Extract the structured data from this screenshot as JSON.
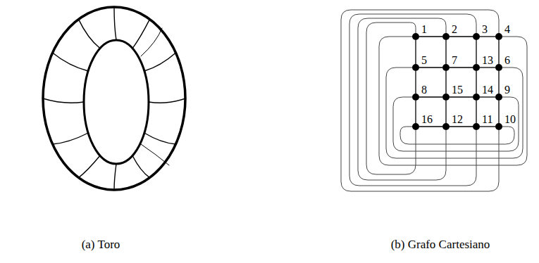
{
  "diagram": {
    "nodes": [
      {
        "text": [
          "1"
        ]
      },
      {
        "text": [
          "2"
        ]
      },
      {
        "text": [
          "3"
        ]
      },
      {
        "text": [
          "4"
        ]
      },
      {
        "text": [
          "5"
        ]
      },
      {
        "text": [
          "7"
        ]
      },
      {
        "text": [
          "13"
        ]
      },
      {
        "text": [
          "6"
        ]
      },
      {
        "text": [
          "8"
        ]
      },
      {
        "text": [
          "15"
        ]
      },
      {
        "text": [
          "14"
        ]
      },
      {
        "text": [
          "9"
        ]
      },
      {
        "text": [
          "16"
        ]
      },
      {
        "text": [
          "12"
        ]
      },
      {
        "text": [
          "11"
        ]
      },
      {
        "text": [
          "10"
        ]
      }
    ],
    "edges": [
      {
        "from": 0,
        "to": 1,
        "arrow": "none"
      },
      {
        "from": 1,
        "to": 2,
        "arrow": "none"
      },
      {
        "from": 2,
        "to": 3,
        "arrow": "none"
      },
      {
        "from": 4,
        "to": 5,
        "arrow": "none"
      },
      {
        "from": 5,
        "to": 6,
        "arrow": "none"
      },
      {
        "from": 6,
        "to": 7,
        "arrow": "none"
      },
      {
        "from": 8,
        "to": 9,
        "arrow": "none"
      },
      {
        "from": 9,
        "to": 10,
        "arrow": "none"
      },
      {
        "from": 10,
        "to": 11,
        "arrow": "none"
      },
      {
        "from": 12,
        "to": 13,
        "arrow": "none"
      },
      {
        "from": 13,
        "to": 14,
        "arrow": "none"
      },
      {
        "from": 14,
        "to": 15,
        "arrow": "none"
      },
      {
        "from": 0,
        "to": 4,
        "arrow": "none"
      },
      {
        "from": 4,
        "to": 8,
        "arrow": "none"
      },
      {
        "from": 8,
        "to": 12,
        "arrow": "none"
      },
      {
        "from": 1,
        "to": 5,
        "arrow": "none"
      },
      {
        "from": 5,
        "to": 9,
        "arrow": "none"
      },
      {
        "from": 9,
        "to": 13,
        "arrow": "none"
      },
      {
        "from": 2,
        "to": 6,
        "arrow": "none"
      },
      {
        "from": 6,
        "to": 10,
        "arrow": "none"
      },
      {
        "from": 10,
        "to": 14,
        "arrow": "none"
      },
      {
        "from": 3,
        "to": 7,
        "arrow": "none"
      },
      {
        "from": 7,
        "to": 11,
        "arrow": "none"
      },
      {
        "from": 11,
        "to": 15,
        "arrow": "none"
      },
      {
        "from": 0,
        "to": 3,
        "arrow": "none"
      },
      {
        "from": 4,
        "to": 7,
        "arrow": "none"
      },
      {
        "from": 8,
        "to": 11,
        "arrow": "none"
      },
      {
        "from": 12,
        "to": 15,
        "arrow": "none"
      },
      {
        "from": 0,
        "to": 12,
        "arrow": "none"
      },
      {
        "from": 1,
        "to": 13,
        "arrow": "none"
      },
      {
        "from": 2,
        "to": 14,
        "arrow": "none"
      },
      {
        "from": 3,
        "to": 15,
        "arrow": "none"
      }
    ],
    "labels": [
      "(a) Toro",
      "(b) Grafo Cartesiano"
    ]
  }
}
